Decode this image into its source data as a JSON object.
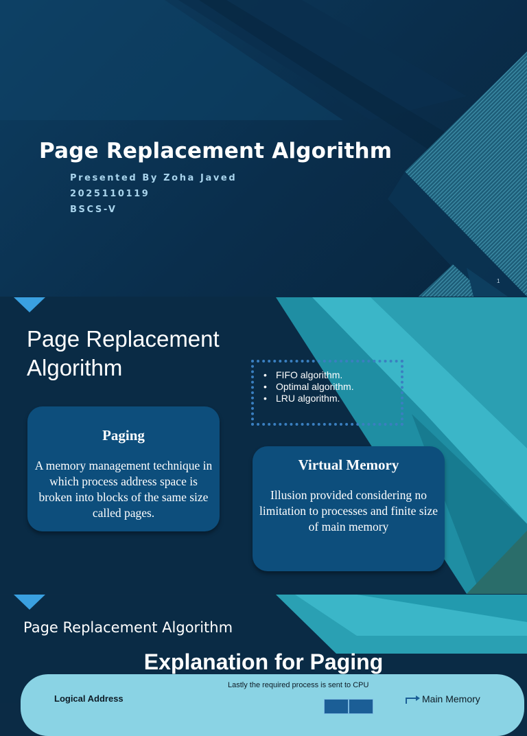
{
  "slide1": {
    "title": "Page Replacement Algorithm",
    "presenter": "Presented By Zoha Javed",
    "id_number": "2025110119",
    "class": "BSCS-V",
    "page_number": "1"
  },
  "slide2": {
    "title": "Page Replacement Algorithm",
    "bullets": [
      "FIFO algorithm.",
      "Optimal algorithm.",
      "LRU algorithm."
    ],
    "paging": {
      "heading": "Paging",
      "body": "A memory management technique in which process address space is broken into blocks of the same size called pages."
    },
    "virtual_memory": {
      "heading": "Virtual Memory",
      "body": "Illusion provided considering no limitation to processes and finite size of main memory"
    }
  },
  "slide3": {
    "title": "Page Replacement Algorithm",
    "heading": "Explanation for Paging",
    "cpu_note": "Lastly the required process is sent to CPU",
    "logical_address": "Logical Address",
    "main_memory": "Main Memory"
  },
  "colors": {
    "background": "#0a2b45",
    "accent_teal": "#2aa7b8",
    "card": "#0d4e7c",
    "triangle": "#3aa0e0"
  }
}
